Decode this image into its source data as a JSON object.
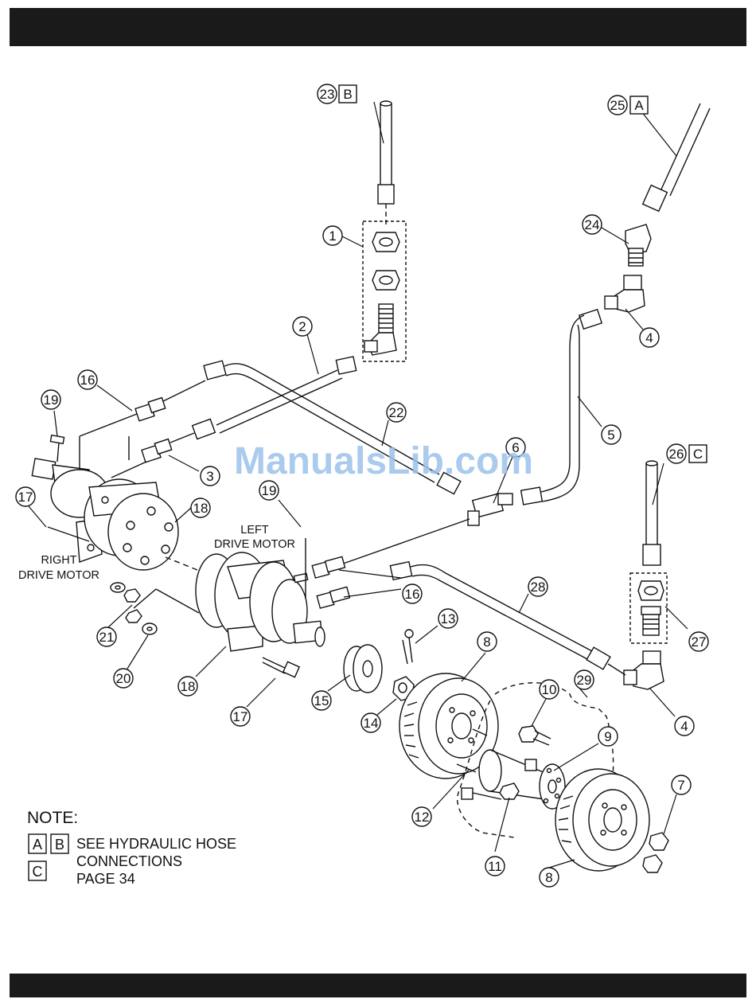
{
  "callouts": {
    "c1": "1",
    "c2": "2",
    "c3": "3",
    "c4a": "4",
    "c4b": "4",
    "c5": "5",
    "c6": "6",
    "c7": "7",
    "c8a": "8",
    "c8b": "8",
    "c9": "9",
    "c10": "10",
    "c11": "11",
    "c12": "12",
    "c13": "13",
    "c14": "14",
    "c15": "15",
    "c16a": "16",
    "c16b": "16",
    "c17a": "17",
    "c17b": "17",
    "c18a": "18",
    "c18b": "18",
    "c19a": "19",
    "c19b": "19",
    "c20": "20",
    "c21": "21",
    "c22": "22",
    "c23": "23",
    "c24": "24",
    "c25": "25",
    "c26": "26",
    "c27": "27",
    "c28": "28",
    "c29": "29"
  },
  "hose_refs": {
    "r23": "B",
    "r25": "A",
    "r26": "C"
  },
  "labels": {
    "left_motor_l1": "LEFT",
    "left_motor_l2": "DRIVE MOTOR",
    "right_motor_l1": "RIGHT",
    "right_motor_l2": "DRIVE MOTOR"
  },
  "note": {
    "title": "NOTE:",
    "box_a": "A",
    "box_b": "B",
    "box_c": "C",
    "line1": "SEE HYDRAULIC HOSE",
    "line2": "CONNECTIONS",
    "line3": "PAGE 34"
  },
  "watermark": "ManualsLib.com",
  "colors": {
    "bars": "#1a1a1a",
    "ink": "#111111",
    "watermark": "#9cc3ea"
  }
}
